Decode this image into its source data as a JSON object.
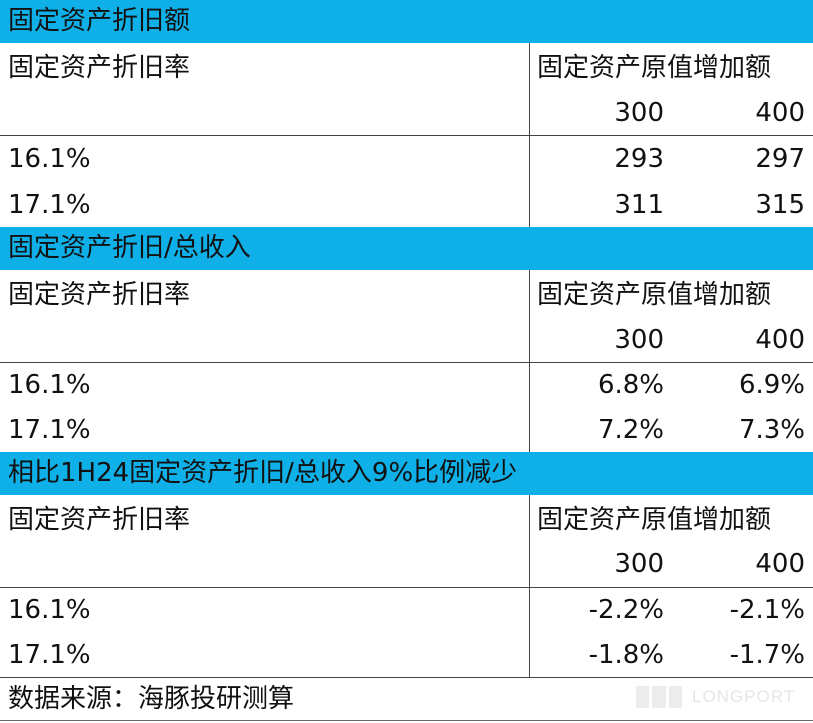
{
  "sections": [
    {
      "title": "固定资产折旧额",
      "row_label": "固定资产折旧率",
      "column_group": "固定资产原值增加额",
      "columns": [
        "300",
        "400"
      ],
      "rows": [
        {
          "label": "16.1%",
          "values": [
            "293",
            "297"
          ]
        },
        {
          "label": "17.1%",
          "values": [
            "311",
            "315"
          ]
        }
      ]
    },
    {
      "title": "固定资产折旧/总收入",
      "row_label": "固定资产折旧率",
      "column_group": "固定资产原值增加额",
      "columns": [
        "300",
        "400"
      ],
      "rows": [
        {
          "label": "16.1%",
          "values": [
            "6.8%",
            "6.9%"
          ]
        },
        {
          "label": "17.1%",
          "values": [
            "7.2%",
            "7.3%"
          ]
        }
      ]
    },
    {
      "title": "相比1H24固定资产折旧/总收入9%比例减少",
      "row_label": "固定资产折旧率",
      "column_group": "固定资产原值增加额",
      "columns": [
        "300",
        "400"
      ],
      "rows": [
        {
          "label": "16.1%",
          "values": [
            "-2.2%",
            "-2.1%"
          ]
        },
        {
          "label": "17.1%",
          "values": [
            "-1.8%",
            "-1.7%"
          ]
        }
      ]
    }
  ],
  "footer": {
    "source": "数据来源：海豚投研测算"
  },
  "watermark": {
    "text": "LONGPORT"
  },
  "colors": {
    "section_header": "#0fb0e8"
  }
}
